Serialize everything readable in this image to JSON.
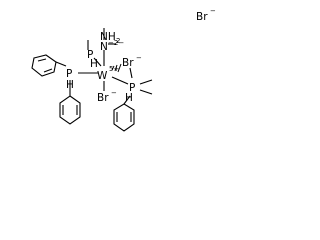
{
  "labels": {
    "bromide_anion": "Br",
    "bromide_anion_charge": "−",
    "nh2": "NH",
    "nh2_sub": "2",
    "n": "N",
    "n_charge": "−2−",
    "p_top": "P",
    "h_top": "H",
    "p_left": "P",
    "h_left": "H",
    "tungsten": "W",
    "tungsten_charge": "5+",
    "br_right": "Br",
    "br_right_charge": "−",
    "br_bottom": "Br",
    "br_bottom_charge": "−",
    "p_right": "P",
    "h_right": "H"
  }
}
